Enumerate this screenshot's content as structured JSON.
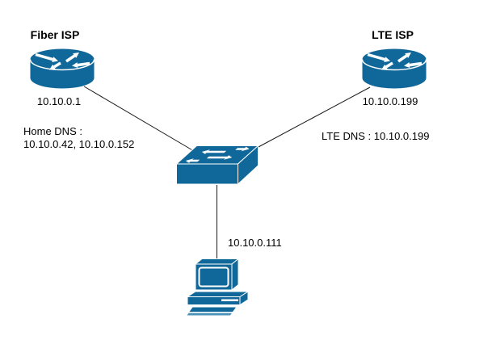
{
  "colors": {
    "node_fill": "#10689A",
    "icon_detail": "#FFFFFF",
    "line": "#1A1A1A",
    "text": "#000000",
    "background": "#FFFFFF",
    "keyboard_accent": "#4D94BA"
  },
  "nodes": {
    "fiber_router": {
      "label": "Fiber ISP",
      "ip": "10.10.0.1",
      "type": "router",
      "icon": "router-icon"
    },
    "lte_router": {
      "label": "LTE ISP",
      "ip": "10.10.0.199",
      "type": "router",
      "icon": "router-icon"
    },
    "lan_switch": {
      "type": "switch",
      "icon": "switch-icon"
    },
    "workstation": {
      "ip": "10.10.0.111",
      "type": "workstation",
      "icon": "workstation-icon"
    }
  },
  "annotations": {
    "home_dns": {
      "line1": "Home DNS :",
      "line2": "10.10.0.42, 10.10.0.152"
    },
    "lte_dns": "LTE DNS : 10.10.0.199"
  },
  "edges": [
    {
      "from": "fiber_router",
      "to": "lan_switch"
    },
    {
      "from": "lte_router",
      "to": "lan_switch"
    },
    {
      "from": "lan_switch",
      "to": "workstation"
    }
  ]
}
